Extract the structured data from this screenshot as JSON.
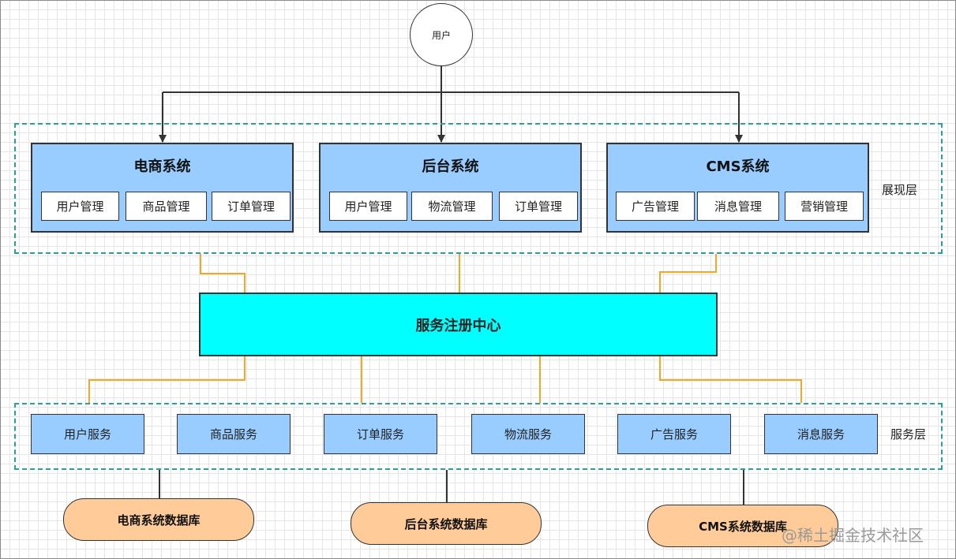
{
  "user": {
    "label": "用户"
  },
  "presentation_layer": {
    "label": "展现层",
    "systems": [
      {
        "title": "电商系统",
        "modules": [
          "用户管理",
          "商品管理",
          "订单管理"
        ]
      },
      {
        "title": "后台系统",
        "modules": [
          "用户管理",
          "物流管理",
          "订单管理"
        ]
      },
      {
        "title": "CMS系统",
        "modules": [
          "广告管理",
          "消息管理",
          "营销管理"
        ]
      }
    ]
  },
  "registry": {
    "label": "服务注册中心"
  },
  "service_layer": {
    "label": "服务层",
    "services": [
      "用户服务",
      "商品服务",
      "订单服务",
      "物流服务",
      "广告服务",
      "消息服务"
    ]
  },
  "databases": [
    "电商系统数据库",
    "后台系统数据库",
    "CMS系统数据库"
  ],
  "watermark": "@稀土掘金技术社区",
  "colors": {
    "system_fill": "#99ccff",
    "registry_fill": "#00ffff",
    "database_fill": "#ffcc99",
    "layer_border": "#2aa198",
    "registry_connector": "#f5a623"
  }
}
